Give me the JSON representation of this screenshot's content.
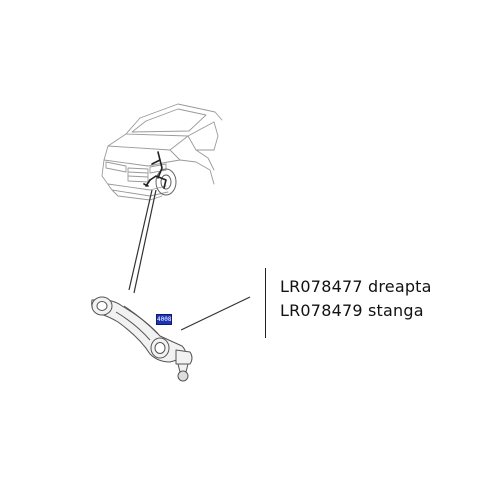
{
  "parts": [
    {
      "number": "LR078477",
      "side": "dreapta",
      "label": "LR078477 dreapta"
    },
    {
      "number": "LR078479",
      "side": "stanga",
      "label": "LR078479 stanga"
    }
  ],
  "callout_tag": "4008",
  "colors": {
    "line": "#333333",
    "tag": "#1d35b5",
    "text": "#111111"
  }
}
